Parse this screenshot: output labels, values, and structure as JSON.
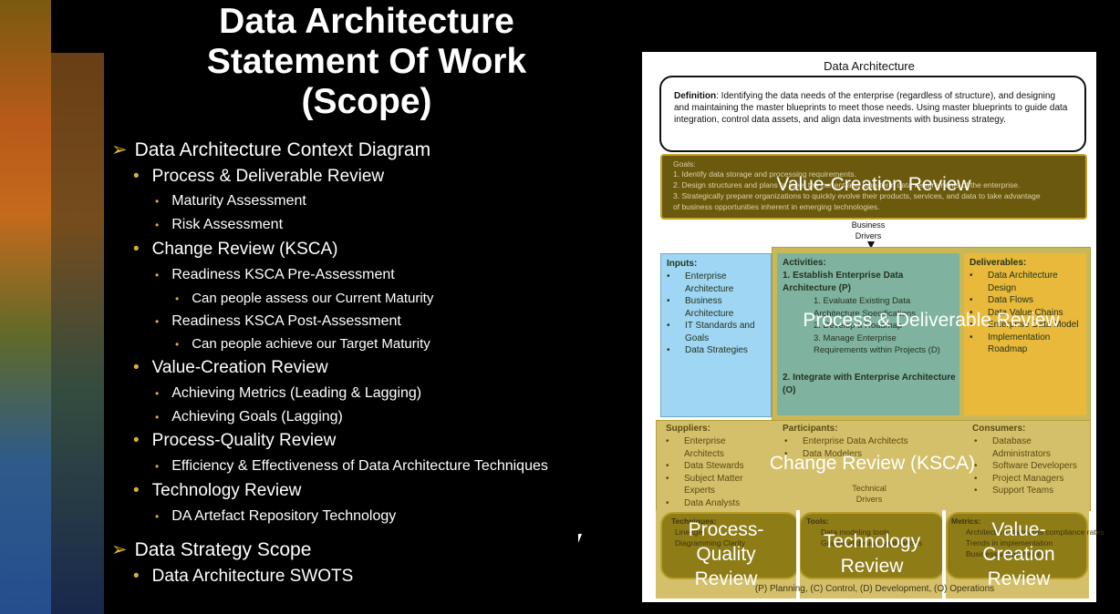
{
  "title_lines": [
    "Data Architecture",
    "Statement Of Work",
    "(Scope)"
  ],
  "bullets": [
    {
      "level": 1,
      "text": "Data Architecture Context Diagram"
    },
    {
      "level": 2,
      "text": "Process & Deliverable Review"
    },
    {
      "level": 3,
      "text": "Maturity Assessment"
    },
    {
      "level": 3,
      "text": "Risk Assessment"
    },
    {
      "level": 2,
      "text": "Change Review (KSCA)"
    },
    {
      "level": 3,
      "text": "Readiness KSCA Pre-Assessment"
    },
    {
      "level": 4,
      "text": "Can people assess our Current Maturity"
    },
    {
      "level": 3,
      "text": "Readiness KSCA Post-Assessment"
    },
    {
      "level": 4,
      "text": "Can people achieve our Target Maturity"
    },
    {
      "level": 2,
      "text": "Value-Creation Review"
    },
    {
      "level": 3,
      "text": "Achieving Metrics (Leading & Lagging)"
    },
    {
      "level": 3,
      "text": "Achieving Goals (Lagging)"
    },
    {
      "level": 2,
      "text": "Process-Quality Review"
    },
    {
      "level": 3,
      "text": "Efficiency & Effectiveness of Data Architecture Techniques"
    },
    {
      "level": 2,
      "text": "Technology Review"
    },
    {
      "level": 3,
      "text": "DA Artefact Repository Technology"
    },
    {
      "level": 1,
      "text": "Data Strategy Scope"
    },
    {
      "level": 2,
      "text": "Data Architecture SWOTS"
    }
  ],
  "diagram": {
    "title": "Data Architecture",
    "definition_label": "Definition",
    "definition_text": ": Identifying the data needs of the enterprise (regardless of structure), and designing and maintaining the master blueprints to meet those needs. Using master blueprints to guide data integration, control data assets, and align data investments with business strategy.",
    "goals_title": "Goals:",
    "goals": [
      "1.  Identify data storage and processing requirements.",
      "2.  Design structures and plans to meet the current and long-term data requirements of the enterprise.",
      "3.  Strategically prepare organizations to quickly evolve their products, services, and data to take advantage",
      "     of business opportunities inherent in emerging technologies."
    ],
    "business_drivers": "Business Drivers",
    "inputs_title": "Inputs:",
    "inputs": [
      "Enterprise Architecture",
      "Business Architecture",
      "IT Standards and Goals",
      "Data Strategies"
    ],
    "activities_title": "Activities:",
    "activity_1": "1.   Establish Enterprise Data Architecture (P)",
    "activity_1_subs": [
      "1. Evaluate Existing Data Architecture Specifications",
      "2. Develop a Roadmap",
      "3. Manage Enterprise Requirements within Projects (D)"
    ],
    "activity_2": "2.   Integrate with Enterprise Architecture (O)",
    "deliverables_title": "Deliverables:",
    "deliverables": [
      "Data Architecture Design",
      "Data Flows",
      "Data Value Chains",
      "Enterprise Data Model",
      "Implementation Roadmap"
    ],
    "suppliers_title": "Suppliers:",
    "suppliers": [
      "Enterprise Architects",
      "Data Stewards",
      "Subject Matter Experts",
      "Data Analysts"
    ],
    "participants_title": "Participants:",
    "participants": [
      "Enterprise Data Architects",
      "Data Modelers"
    ],
    "consumers_title": "Consumers:",
    "consumers": [
      "Database Administrators",
      "Software Developers",
      "Project Managers",
      "Support Teams"
    ],
    "technical_drivers": "Technical Drivers",
    "techniques_title": "Techniques:",
    "techniques": [
      "Lineage",
      "Diagramming Clarity"
    ],
    "tools_title": "Tools:",
    "tools": [
      "Data modeling tools",
      "Graphical design applications"
    ],
    "metrics_title": "Metrics:",
    "metrics": [
      "Architecture standards compliance rates",
      "Trends in implementation",
      "Business value metrics"
    ],
    "legend": "(P) Planning, (C) Control, (D) Development, (O) Operations",
    "overlays": {
      "value_creation_top": "Value-Creation Review",
      "process_deliverable": "Process & Deliverable Review",
      "change_review": "Change Review (KSCA)",
      "process_quality": "Process-Quality Review",
      "technology": "Technology Review",
      "value_creation_bottom": "Value-Creation Review"
    }
  },
  "colors": {
    "accent_gold": "#d8b033",
    "inputs_blue": "#9fd6f3",
    "activities_teal": "#7fb3a0",
    "deliverables_yellow": "#e8b93a",
    "goals_dark": "#6b5a0e",
    "band_khaki": "#d4c06a"
  }
}
